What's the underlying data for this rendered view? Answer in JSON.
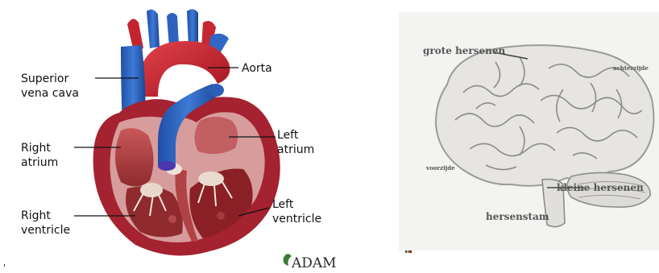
{
  "heart": {
    "labels": {
      "superior_vena_cava_1": "Superior",
      "superior_vena_cava_2": "vena cava",
      "aorta": "Aorta",
      "left_atrium_1": "Left",
      "left_atrium_2": "atrium",
      "right_atrium_1": "Right",
      "right_atrium_2": "atrium",
      "right_ventricle_1": "Right",
      "right_ventricle_2": "ventricle",
      "left_ventricle_1": "Left",
      "left_ventricle_2": "ventricle"
    },
    "logo": "ADAM",
    "colors": {
      "artery_red": "#c81e2c",
      "vein_blue": "#2f68c4",
      "muscle_dark": "#8a2026",
      "muscle_light": "#d9a2a0"
    }
  },
  "brain": {
    "labels": {
      "grote_hersenen": "grote hersenen",
      "achterzijde": "achterzijde",
      "voorzijde": "voorzijde",
      "kleine_hersenen": "kleine hersenen",
      "hersenstam": "hersenstam"
    }
  },
  "stray_mark": "'"
}
